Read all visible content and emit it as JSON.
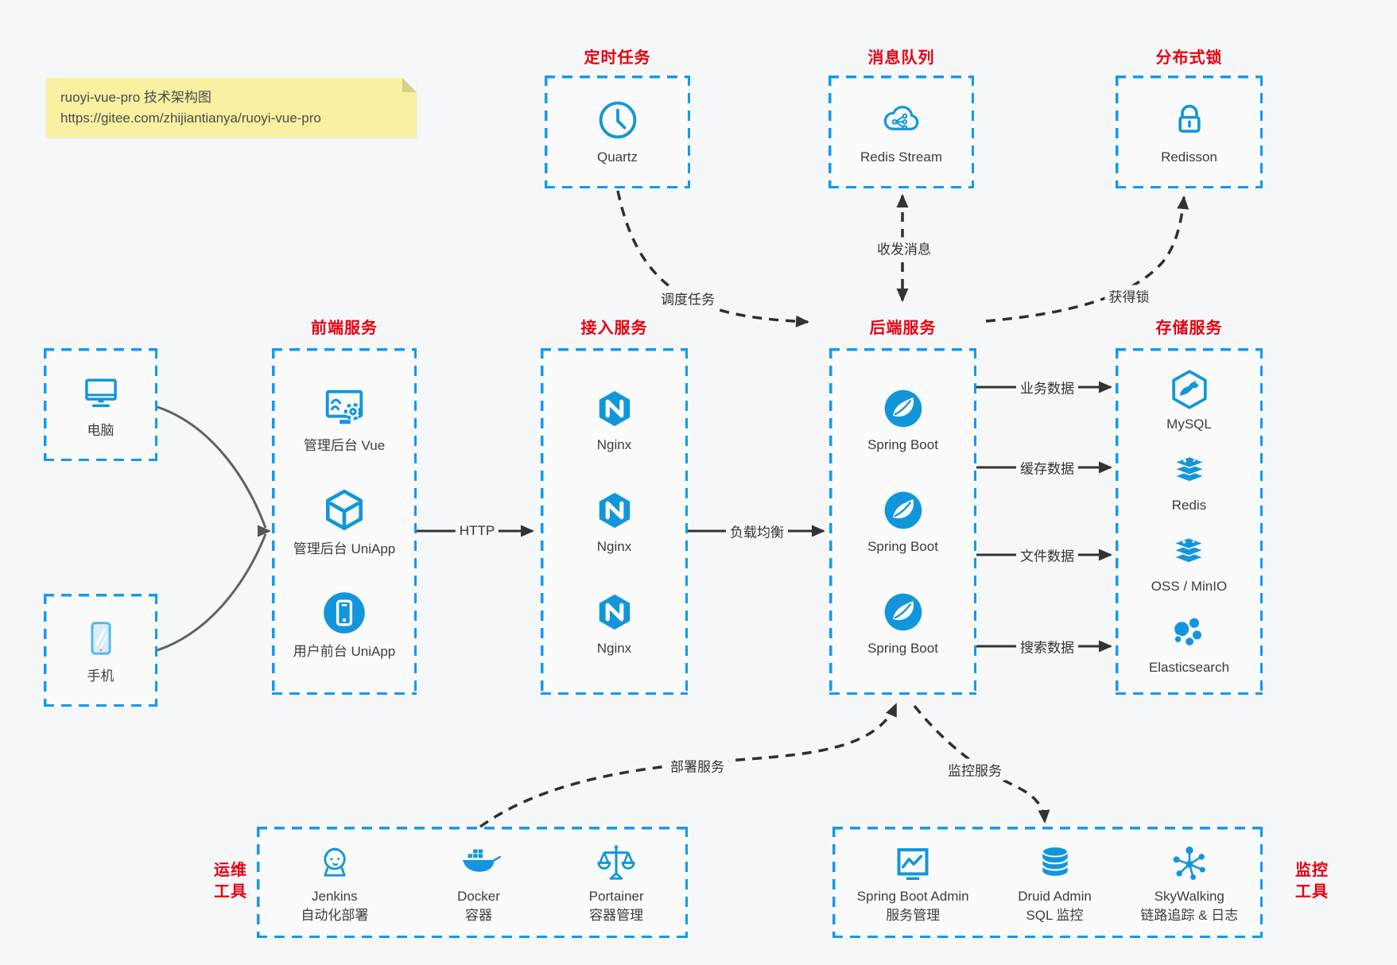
{
  "colors": {
    "accent_blue": "#1499f0",
    "icon_blue": "#1296db",
    "title_red": "#e60012",
    "note_bg": "#f9f0a2"
  },
  "note": {
    "line1": "ruoyi-vue-pro 技术架构图",
    "line2": "https://gitee.com/zhijiantianya/ruoyi-vue-pro"
  },
  "scheduler": {
    "title": "定时任务",
    "label": "Quartz"
  },
  "mq": {
    "title": "消息队列",
    "label": "Redis Stream"
  },
  "dlock": {
    "title": "分布式锁",
    "label": "Redisson"
  },
  "clients": {
    "pc": "电脑",
    "mobile": "手机"
  },
  "frontend": {
    "title": "前端服务",
    "items": [
      "管理后台 Vue",
      "管理后台 UniApp",
      "用户前台 UniApp"
    ]
  },
  "gateway": {
    "title": "接入服务",
    "items": [
      "Nginx",
      "Nginx",
      "Nginx"
    ]
  },
  "backend": {
    "title": "后端服务",
    "items": [
      "Spring Boot",
      "Spring Boot",
      "Spring Boot"
    ]
  },
  "storage": {
    "title": "存储服务",
    "items": [
      "MySQL",
      "Redis",
      "OSS / MinIO",
      "Elasticsearch"
    ]
  },
  "edges": {
    "http": "HTTP",
    "load_balance": "负载均衡",
    "schedule": "调度任务",
    "message": "收发消息",
    "lock": "获得锁",
    "business": "业务数据",
    "cache": "缓存数据",
    "file": "文件数据",
    "search": "搜索数据",
    "deploy": "部署服务",
    "monitor": "监控服务"
  },
  "ops": {
    "title_line1": "运维",
    "title_line2": "工具",
    "items": [
      {
        "name": "Jenkins",
        "desc": "自动化部署"
      },
      {
        "name": "Docker",
        "desc": "容器"
      },
      {
        "name": "Portainer",
        "desc": "容器管理"
      }
    ]
  },
  "monitoring": {
    "title_line1": "监控",
    "title_line2": "工具",
    "items": [
      {
        "name": "Spring Boot Admin",
        "desc": "服务管理"
      },
      {
        "name": "Druid Admin",
        "desc": "SQL 监控"
      },
      {
        "name": "SkyWalking",
        "desc": "链路追踪 & 日志"
      }
    ]
  }
}
